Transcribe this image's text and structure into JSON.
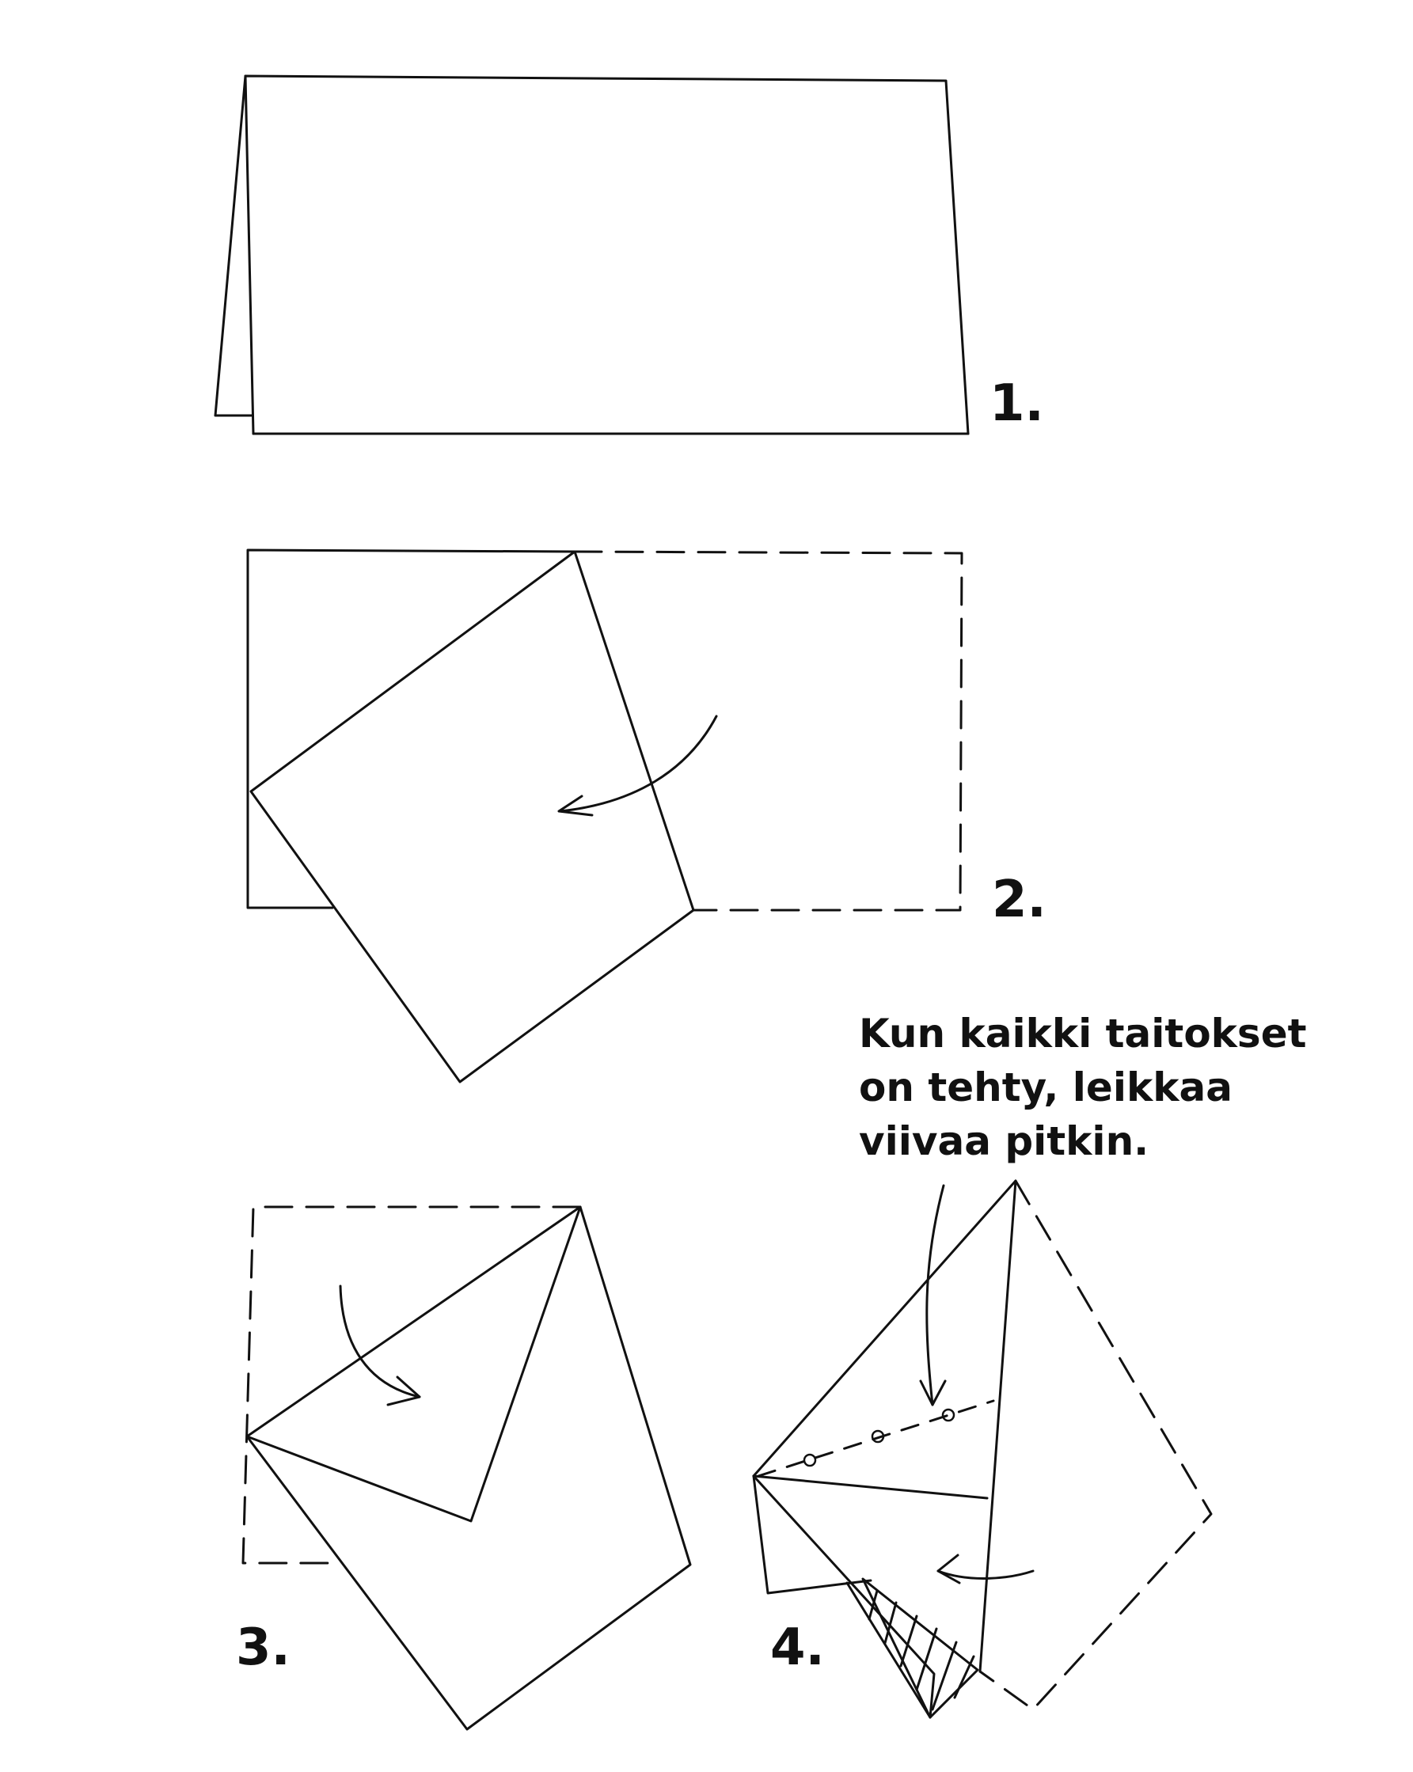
{
  "steps": [
    {
      "number": "1."
    },
    {
      "number": "2."
    },
    {
      "number": "3."
    },
    {
      "number": "4."
    }
  ],
  "instruction": {
    "lines": [
      "Kun kaikki taitokset",
      "on tehty, leikkaa",
      "viivaa pitkin."
    ]
  }
}
